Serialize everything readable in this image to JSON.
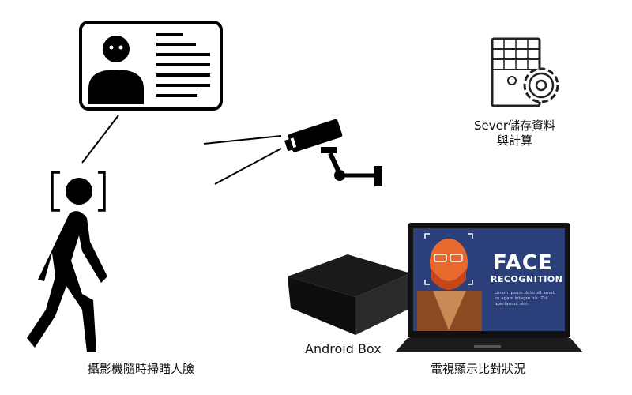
{
  "labels": {
    "person": "攝影機隨時掃瞄人臉",
    "android_box": "Android Box",
    "tv": "電視顯示比對狀況",
    "server_line1": "Sever儲存資料",
    "server_line2": "與計算"
  },
  "screen": {
    "title": "FACE",
    "subtitle": "RECOGNITION",
    "body": "Lorem ipsum dolor sit amet, cu agam integre his. Zril aperiam ut sim."
  },
  "icons": {
    "id_card": "id-card-icon",
    "camera": "security-camera-icon",
    "server": "server-gear-icon",
    "person": "walking-person-icon",
    "box": "android-box-icon",
    "laptop": "laptop-icon"
  },
  "colors": {
    "ink": "#000000",
    "screen_bg": "#2b3f7a",
    "face_orange": "#e8692d",
    "vest": "#8a4a22"
  }
}
